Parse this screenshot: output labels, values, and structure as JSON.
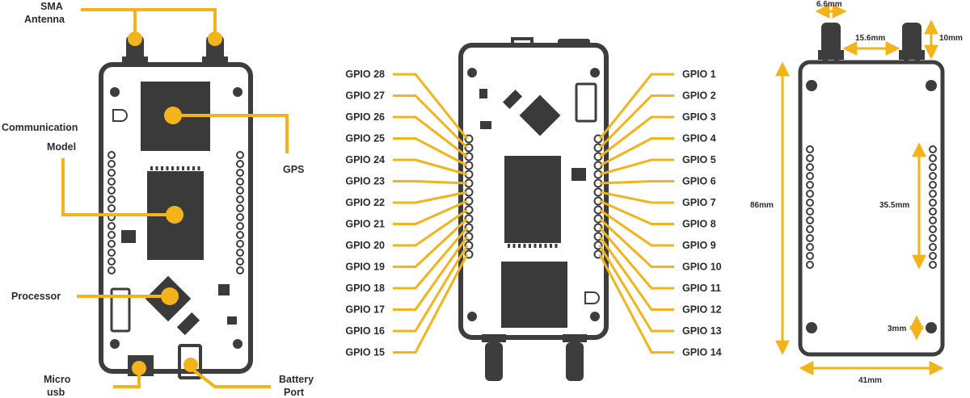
{
  "colors": {
    "accent": "#f2b31b",
    "board": "#3d3d3d",
    "chip": "#3a3a3a",
    "text": "#2b2b2b"
  },
  "left_board": {
    "labels": {
      "antenna_line1": "SMA",
      "antenna_line2": "Antenna",
      "comm_line1": "Communication",
      "comm_line2": "Model",
      "gps": "GPS",
      "processor": "Processor",
      "micro_line1": "Micro",
      "micro_line2": "usb",
      "battery_line1": "Battery",
      "battery_line2": "Port"
    }
  },
  "middle_board": {
    "left_pins": [
      "GPIO 28",
      "GPIO 27",
      "GPIO 26",
      "GPIO 25",
      "GPIO 24",
      "GPIO 23",
      "GPIO 22",
      "GPIO 21",
      "GPIO 20",
      "GPIO 19",
      "GPIO 18",
      "GPIO 17",
      "GPIO 16",
      "GPIO 15"
    ],
    "right_pins": [
      "GPIO 1",
      "GPIO 2",
      "GPIO 3",
      "GPIO 4",
      "GPIO 5",
      "GPIO 6",
      "GPIO 7",
      "GPIO 8",
      "GPIO 9",
      "GPIO 10",
      "GPIO 11",
      "GPIO 12",
      "GPIO 13",
      "GPIO 14"
    ]
  },
  "right_board": {
    "dimensions": {
      "connector_width": "6.6mm",
      "connector_gap": "15.6mm",
      "connector_height": "10mm",
      "board_height": "86mm",
      "header_length": "35.5mm",
      "hole_offset": "3mm",
      "board_width": "41mm"
    }
  }
}
